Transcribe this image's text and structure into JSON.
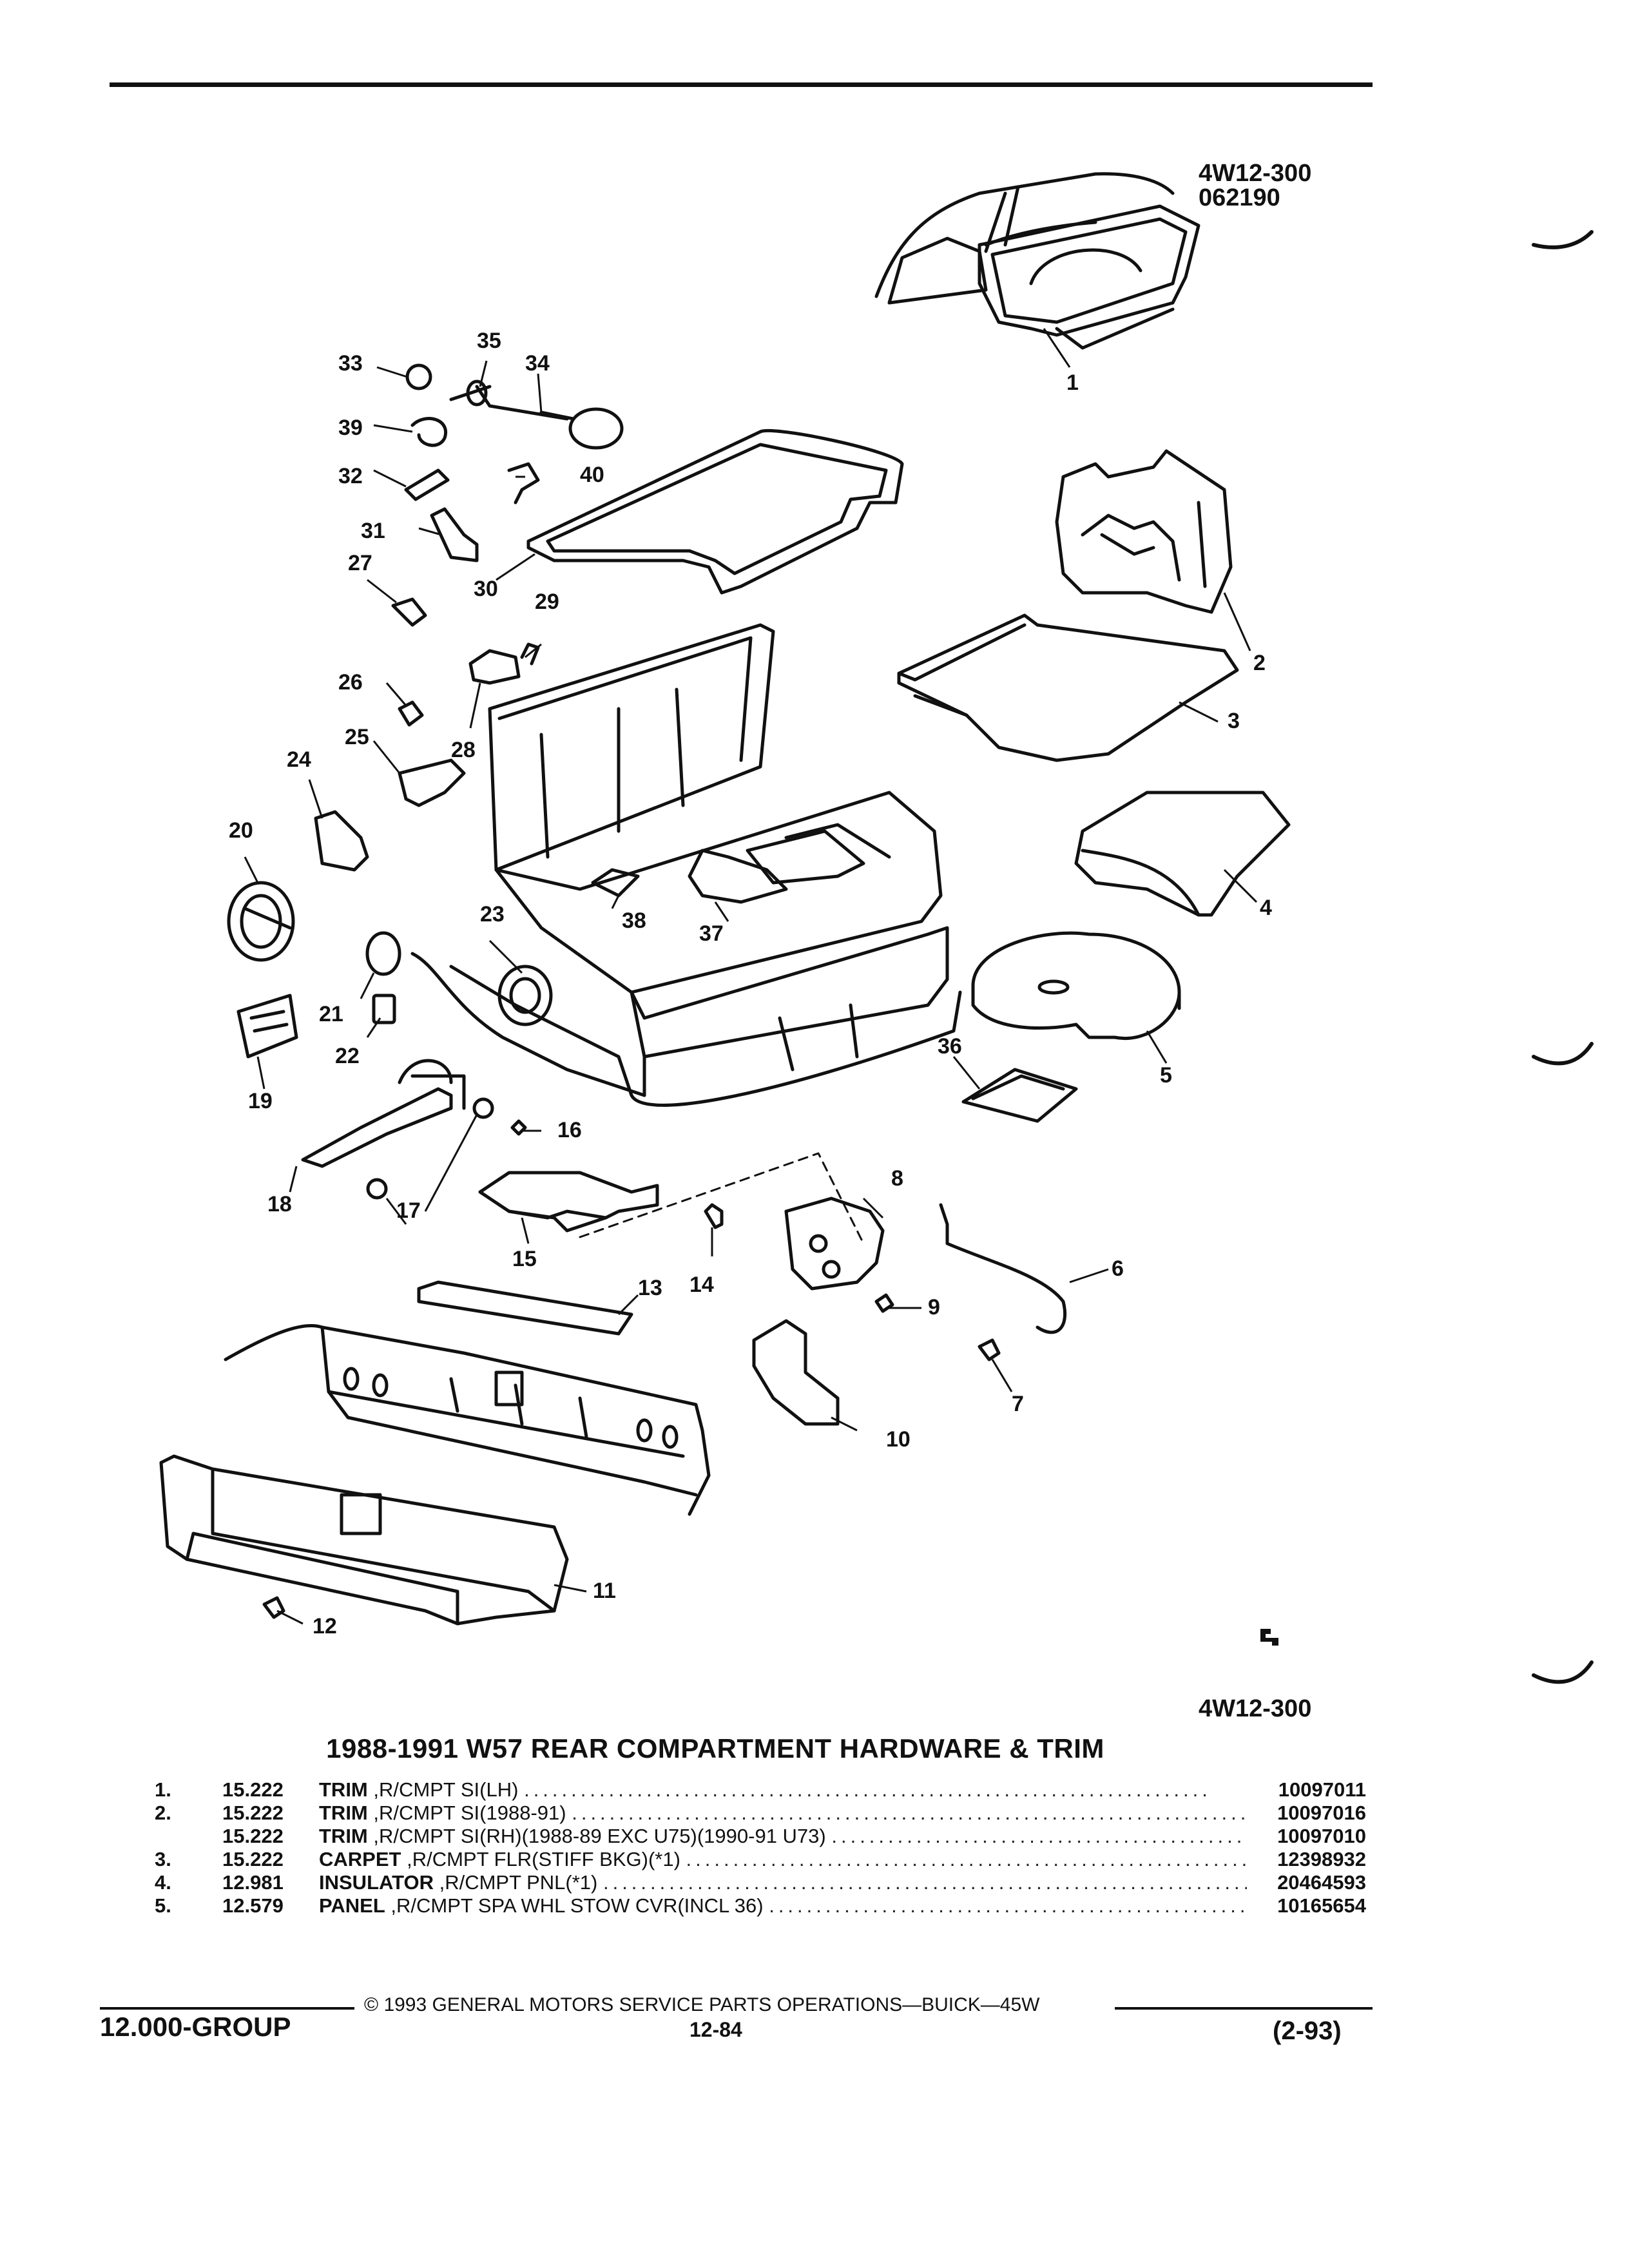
{
  "header": {
    "code_line1": "4W12-300",
    "code_line2": "062190"
  },
  "diagram": {
    "callouts": [
      "1",
      "2",
      "3",
      "4",
      "5",
      "6",
      "7",
      "8",
      "9",
      "10",
      "11",
      "12",
      "13",
      "14",
      "15",
      "16",
      "17",
      "18",
      "19",
      "20",
      "21",
      "22",
      "23",
      "24",
      "25",
      "26",
      "27",
      "28",
      "29",
      "30",
      "31",
      "32",
      "33",
      "34",
      "35",
      "36",
      "37",
      "38",
      "39",
      "40"
    ],
    "bottom_code": "4W12-300"
  },
  "title": "1988-1991 W57 REAR COMPARTMENT HARDWARE & TRIM",
  "parts": [
    {
      "num": "1.",
      "group": "15.222",
      "name": "TRIM",
      "desc": ",R/CMPT SI(LH)",
      "part": "10097011"
    },
    {
      "num": "2.",
      "group": "15.222",
      "name": "TRIM",
      "desc": ",R/CMPT SI(1988-91)",
      "part": "10097016"
    },
    {
      "num": "",
      "group": "15.222",
      "name": "TRIM",
      "desc": ",R/CMPT SI(RH)(1988-89 EXC U75)(1990-91 U73)",
      "part": "10097010"
    },
    {
      "num": "3.",
      "group": "15.222",
      "name": "CARPET",
      "desc": ",R/CMPT FLR(STIFF BKG)(*1)",
      "part": "12398932"
    },
    {
      "num": "4.",
      "group": "12.981",
      "name": "INSULATOR",
      "desc": ",R/CMPT PNL(*1)",
      "part": "20464593"
    },
    {
      "num": "5.",
      "group": "12.579",
      "name": "PANEL",
      "desc": ",R/CMPT SPA WHL STOW CVR(INCL 36)",
      "part": "10165654"
    }
  ],
  "footer": {
    "copyright": "© 1993 GENERAL MOTORS SERVICE PARTS OPERATIONS—BUICK—45W",
    "group": "12.000-GROUP",
    "page": "12-84",
    "date": "(2-93)"
  }
}
